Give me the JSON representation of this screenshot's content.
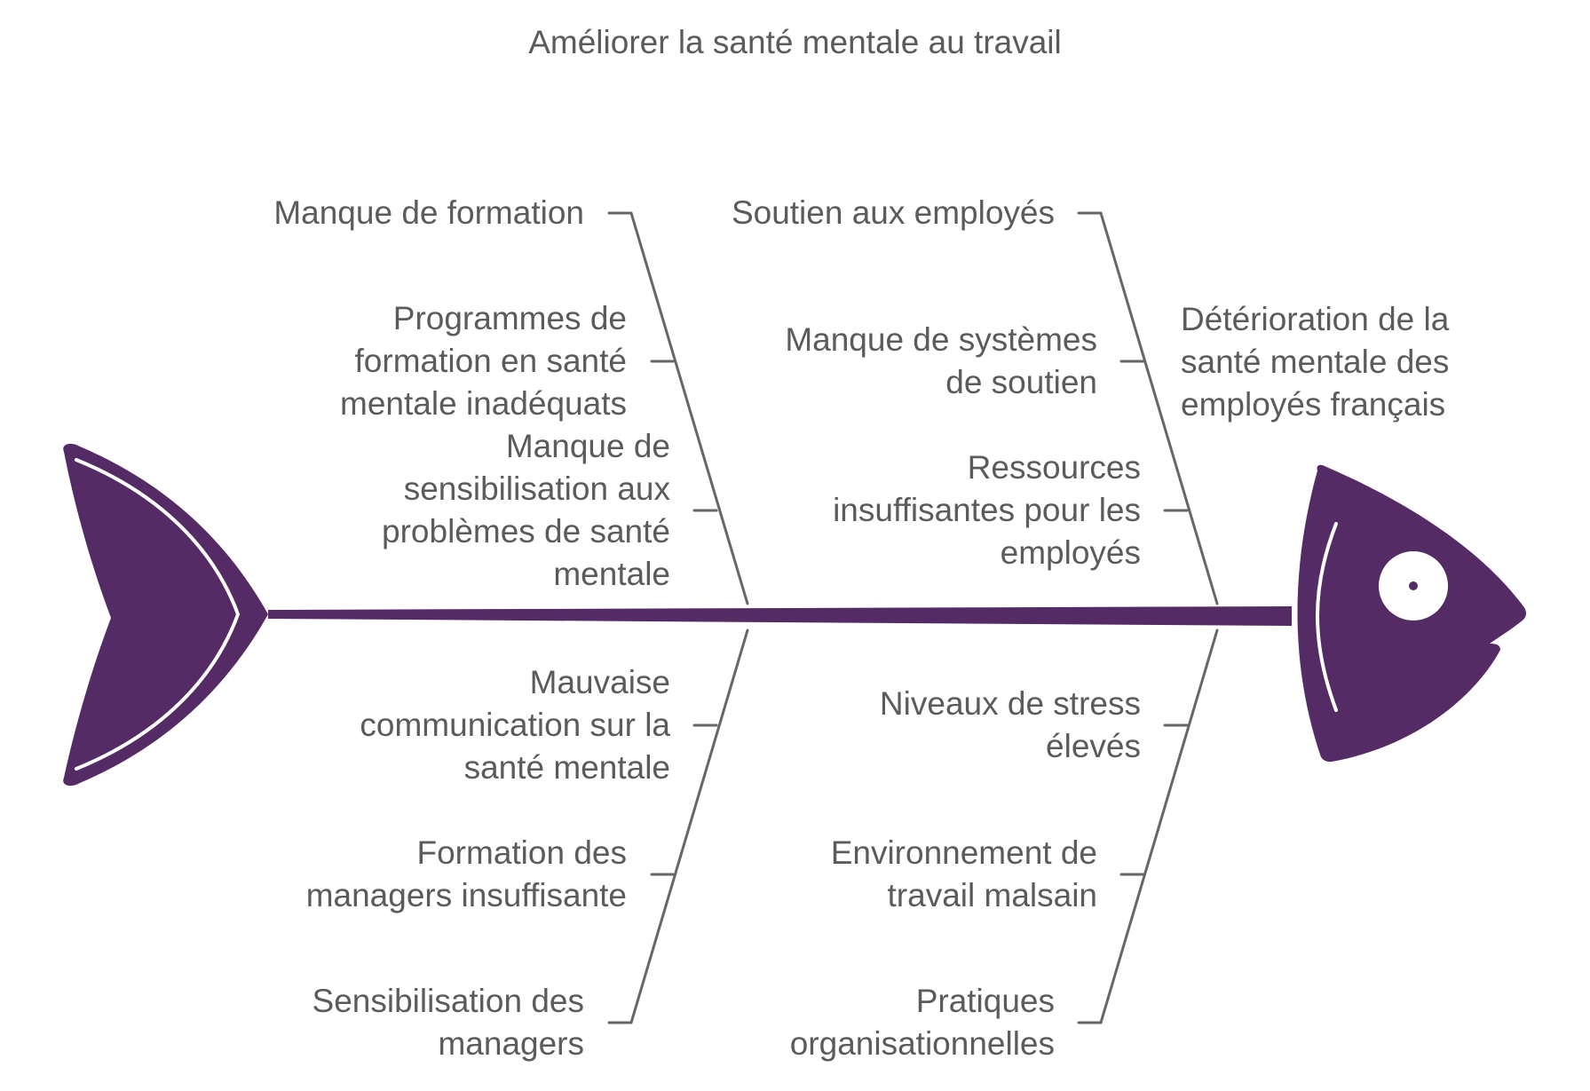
{
  "title": "Améliorer la santé mentale au travail",
  "effect": "Détérioration de la\nsanté mentale des\nemployés français",
  "colors": {
    "fish": "#552b65",
    "bone": "#666666",
    "text": "#5b5b5b"
  },
  "top_left": {
    "category": "Manque de formation",
    "causes": [
      "Programmes de\nformation en santé\nmentale inadéquats",
      "Manque de\nsensibilisation aux\nproblèmes de santé\nmentale"
    ]
  },
  "top_right": {
    "category": "Soutien aux employés",
    "causes": [
      "Manque de systèmes\nde soutien",
      "Ressources\ninsuffisantes pour les\nemployés"
    ]
  },
  "bottom_left": {
    "category": "Sensibilisation des\nmanagers",
    "causes": [
      "Mauvaise\ncommunication sur la\nsanté mentale",
      "Formation des\nmanagers insuffisante"
    ]
  },
  "bottom_right": {
    "category": "Pratiques\norganisationnelles",
    "causes": [
      "Niveaux de stress\nélevés",
      "Environnement de\ntravail malsain"
    ]
  }
}
